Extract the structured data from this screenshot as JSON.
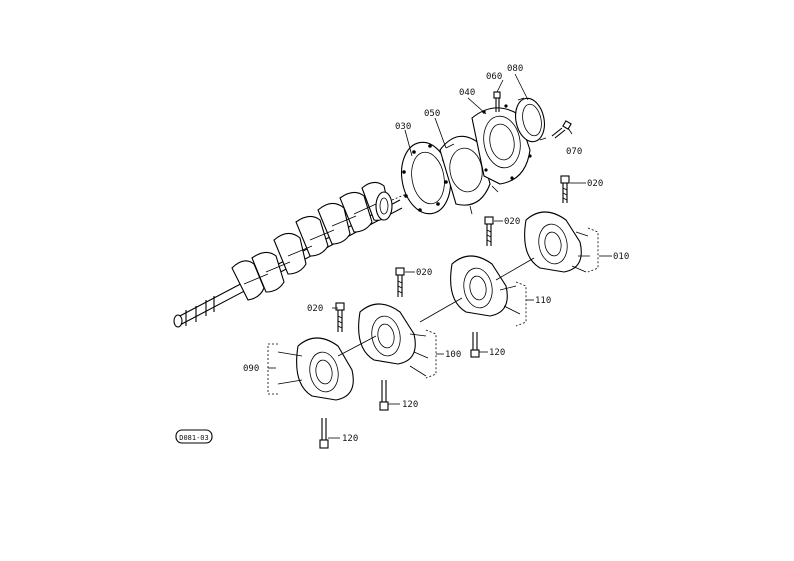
{
  "diagram": {
    "type": "exploded-parts-view",
    "callouts": [
      {
        "id": "c010",
        "text": "010"
      },
      {
        "id": "c020a",
        "text": "020"
      },
      {
        "id": "c020b",
        "text": "020"
      },
      {
        "id": "c020c",
        "text": "020"
      },
      {
        "id": "c020d",
        "text": "020"
      },
      {
        "id": "c030",
        "text": "030"
      },
      {
        "id": "c040",
        "text": "040"
      },
      {
        "id": "c050",
        "text": "050"
      },
      {
        "id": "c060",
        "text": "060"
      },
      {
        "id": "c070",
        "text": "070"
      },
      {
        "id": "c080",
        "text": "080"
      },
      {
        "id": "c090",
        "text": "090"
      },
      {
        "id": "c100",
        "text": "100"
      },
      {
        "id": "c110",
        "text": "110"
      },
      {
        "id": "c120a",
        "text": "120"
      },
      {
        "id": "c120b",
        "text": "120"
      },
      {
        "id": "c120c",
        "text": "120"
      }
    ],
    "stamp": "D081-03"
  }
}
